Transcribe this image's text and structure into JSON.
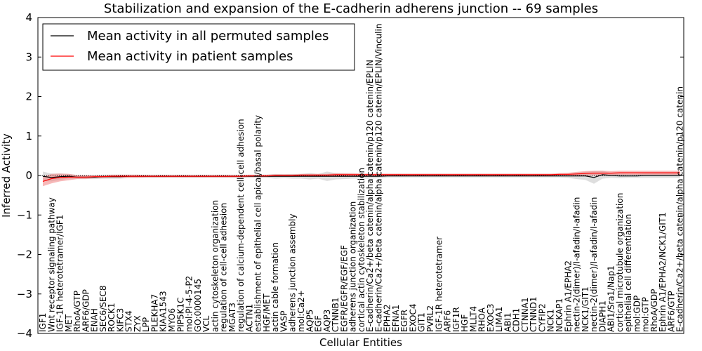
{
  "chart_data": {
    "type": "line",
    "title": "Stabilization and expansion of the E-cadherin adherens junction -- 69 samples",
    "xlabel": "Cellular Entities",
    "ylabel": "Inferred Activity",
    "ylim": [
      -4,
      4
    ],
    "yticks": [
      -4,
      -3,
      -2,
      -1,
      0,
      1,
      2,
      3,
      4
    ],
    "legend_position": "top-left",
    "categories": [
      "IGF1",
      "Wnt receptor signaling pathway",
      "IGF-1R heterotetramer/IGF1",
      "MET",
      "RhoA/GTP",
      "ARF6/GDP",
      "ENAH",
      "SEC6/SEC8",
      "ROCK1",
      "KIFC3",
      "STX4",
      "ZYX",
      "LPP",
      "PLEKHA7",
      "KIAA1543",
      "MYO6",
      "PIP5K1C",
      "mol:PI-4-5-P2",
      "GO:0000145",
      "VCL",
      "actin cytoskeleton organization",
      "regulation of cell-cell adhesion",
      "MGAT3",
      "regulation of calcium-dependent cell-cell adhesion",
      "ACTN1",
      "establishment of epithelial cell apical/basal polarity",
      "HGF/MET",
      "actin cable formation",
      "VASP",
      "adherens junction assembly",
      "mol:Ca2+",
      "AQP5",
      "EGF",
      "AQP3",
      "CTNNB1",
      "EGFR/EGFR/EGF/EGF",
      "adherens junction organization",
      "cortical actin cytoskeleton stabilization",
      "E-cadherin/Ca2+/beta catenin/alpha catenin/p120 catenin/EPLIN",
      "E-cadherin/Ca2+/beta catenin/alpha catenin/p120 catenin/EPLIN/Vinculin",
      "EPHA2",
      "EFNA1",
      "EGFR",
      "EXOC4",
      "GIT1",
      "PVRL2",
      "IGF-1R heterotetramer",
      "ARF6",
      "IGF1R",
      "HGF",
      "MLLT4",
      "RHOA",
      "EXOC3",
      "LIMA1",
      "ABI1",
      "CDH1",
      "CTNNA1",
      "CTNND1",
      "CYFIP2",
      "NCK1",
      "NCKAP1",
      "Ephrin A1/EPHA2",
      "nectin-2(dimer)/I-afadin/I-afadin",
      "NCK1/GIT1",
      "nectin-2(dimer)/I-afadin/I-afadin",
      "DIAPH1",
      "ABI1/Sra1/Nap1",
      "cortical microtubule organization",
      "epithelial cell differentiation",
      "mol:GDP",
      "mol:GTP",
      "RhoA/GDP",
      "Ephrin A1/EPHA2/NCK1/GIT1",
      "ARF6/GTP",
      "E-cadherin/Ca2+/beta catenin/alpha catenin/p120 catenin"
    ],
    "series": [
      {
        "name": "Mean activity in all permuted samples",
        "color": "#000000",
        "band_color": "#c8c8c8",
        "values": [
          -0.02,
          -0.05,
          -0.03,
          -0.02,
          -0.04,
          -0.04,
          -0.04,
          -0.03,
          -0.03,
          -0.03,
          -0.02,
          -0.02,
          -0.02,
          -0.02,
          -0.02,
          -0.02,
          -0.02,
          -0.02,
          -0.02,
          -0.02,
          -0.02,
          -0.02,
          -0.02,
          -0.02,
          -0.02,
          -0.02,
          -0.02,
          -0.02,
          -0.02,
          -0.02,
          -0.02,
          -0.02,
          -0.02,
          -0.02,
          -0.02,
          -0.02,
          -0.02,
          -0.02,
          -0.02,
          -0.02,
          -0.01,
          -0.01,
          -0.01,
          -0.01,
          -0.01,
          -0.01,
          -0.01,
          -0.01,
          -0.01,
          -0.01,
          -0.01,
          -0.01,
          -0.01,
          -0.01,
          -0.01,
          -0.01,
          -0.01,
          -0.01,
          -0.01,
          -0.01,
          -0.01,
          -0.01,
          -0.01,
          -0.01,
          -0.05,
          0.02,
          0.0,
          -0.01,
          -0.01,
          -0.01,
          0.0,
          0.0,
          0.0,
          0.0,
          0.0
        ],
        "spread": [
          0.12,
          0.1,
          0.08,
          0.06,
          0.05,
          0.05,
          0.05,
          0.05,
          0.05,
          0.05,
          0.04,
          0.04,
          0.04,
          0.04,
          0.04,
          0.04,
          0.04,
          0.04,
          0.04,
          0.04,
          0.04,
          0.04,
          0.04,
          0.04,
          0.04,
          0.04,
          0.04,
          0.06,
          0.05,
          0.06,
          0.06,
          0.08,
          0.06,
          0.12,
          0.08,
          0.07,
          0.06,
          0.06,
          0.06,
          0.05,
          0.04,
          0.04,
          0.04,
          0.04,
          0.04,
          0.04,
          0.04,
          0.04,
          0.04,
          0.04,
          0.04,
          0.04,
          0.04,
          0.04,
          0.04,
          0.04,
          0.04,
          0.04,
          0.04,
          0.04,
          0.04,
          0.05,
          0.08,
          0.1,
          0.16,
          0.1,
          0.06,
          0.06,
          0.05,
          0.05,
          0.06,
          0.06,
          0.06,
          0.06,
          0.06
        ]
      },
      {
        "name": "Mean activity in patient samples",
        "color": "#ff0000",
        "band_color": "#f08080",
        "values": [
          -0.15,
          -0.08,
          -0.05,
          -0.04,
          -0.04,
          -0.04,
          -0.03,
          -0.03,
          -0.02,
          -0.02,
          -0.02,
          -0.02,
          -0.02,
          -0.02,
          -0.02,
          -0.02,
          -0.02,
          -0.02,
          -0.02,
          -0.02,
          -0.02,
          -0.02,
          -0.02,
          -0.02,
          -0.01,
          -0.01,
          -0.01,
          0.0,
          0.0,
          0.0,
          0.01,
          0.01,
          0.01,
          0.01,
          0.02,
          0.02,
          0.02,
          0.02,
          0.02,
          0.02,
          0.02,
          0.02,
          0.02,
          0.02,
          0.02,
          0.02,
          0.02,
          0.02,
          0.02,
          0.02,
          0.02,
          0.02,
          0.02,
          0.02,
          0.02,
          0.02,
          0.02,
          0.02,
          0.02,
          0.02,
          0.03,
          0.03,
          0.04,
          0.05,
          0.06,
          0.06,
          0.06,
          0.07,
          0.07,
          0.07,
          0.07,
          0.07,
          0.07,
          0.07,
          0.07
        ],
        "spread": [
          0.12,
          0.12,
          0.1,
          0.08,
          0.05,
          0.05,
          0.04,
          0.04,
          0.04,
          0.04,
          0.04,
          0.04,
          0.03,
          0.03,
          0.03,
          0.03,
          0.03,
          0.03,
          0.03,
          0.03,
          0.03,
          0.03,
          0.03,
          0.03,
          0.03,
          0.03,
          0.03,
          0.03,
          0.03,
          0.03,
          0.03,
          0.03,
          0.03,
          0.03,
          0.04,
          0.04,
          0.04,
          0.03,
          0.03,
          0.03,
          0.03,
          0.03,
          0.03,
          0.03,
          0.03,
          0.03,
          0.03,
          0.03,
          0.03,
          0.03,
          0.03,
          0.03,
          0.03,
          0.03,
          0.03,
          0.03,
          0.03,
          0.03,
          0.03,
          0.03,
          0.03,
          0.04,
          0.05,
          0.06,
          0.06,
          0.06,
          0.05,
          0.05,
          0.05,
          0.05,
          0.05,
          0.05,
          0.05,
          0.05,
          0.05
        ]
      }
    ]
  }
}
